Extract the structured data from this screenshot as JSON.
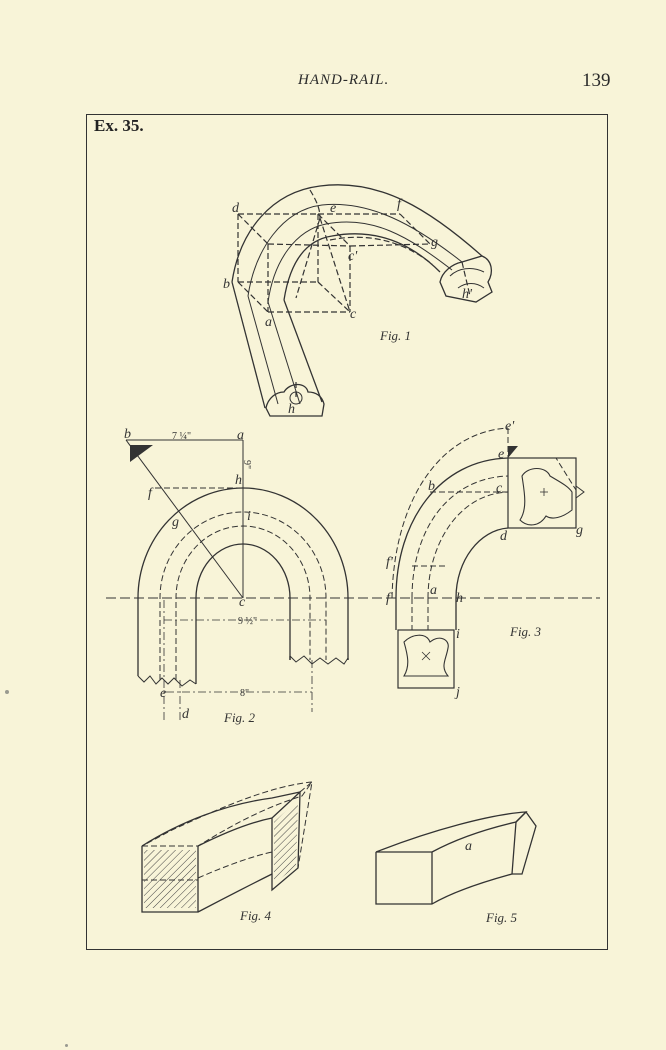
{
  "header": {
    "title": "HAND-RAIL.",
    "page_number": "139"
  },
  "example_label": "Ex. 35.",
  "figures": {
    "fig1": {
      "caption": "Fig. 1",
      "labels": [
        "d",
        "e",
        "f",
        "g",
        "c'",
        "b",
        "c",
        "a",
        "h",
        "h'"
      ]
    },
    "fig2": {
      "caption": "Fig. 2",
      "labels": [
        "b",
        "a",
        "h",
        "f",
        "g",
        "i",
        "c",
        "e",
        "d"
      ],
      "dims": [
        "7 ¼\"",
        "9\"",
        "9 ½\"",
        "8\""
      ]
    },
    "fig3": {
      "caption": "Fig. 3",
      "labels": [
        "e'",
        "e",
        "b",
        "c",
        "d",
        "g",
        "f'",
        "f",
        "a",
        "h",
        "i",
        "j"
      ]
    },
    "fig4": {
      "caption": "Fig. 4"
    },
    "fig5": {
      "caption": "Fig. 5",
      "labels": [
        "a"
      ]
    }
  }
}
